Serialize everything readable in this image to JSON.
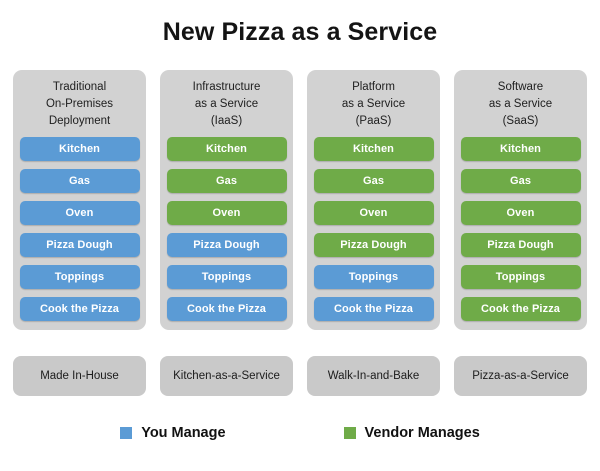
{
  "title": "New Pizza as a Service",
  "colors": {
    "you_manage": "#5b9bd5",
    "vendor_manages": "#6fab48",
    "panel_background": "#d2d2d2",
    "footer_background": "#c9c9c9",
    "page_background": "#ffffff"
  },
  "columns": [
    {
      "header": "Traditional\nOn-Premises\nDeployment",
      "footer": "Made In-House",
      "items": [
        {
          "label": "Kitchen",
          "owner": "blue"
        },
        {
          "label": "Gas",
          "owner": "blue"
        },
        {
          "label": "Oven",
          "owner": "blue"
        },
        {
          "label": "Pizza Dough",
          "owner": "blue"
        },
        {
          "label": "Toppings",
          "owner": "blue"
        },
        {
          "label": "Cook the Pizza",
          "owner": "blue"
        }
      ]
    },
    {
      "header": "Infrastructure\nas a Service\n(IaaS)",
      "footer": "Kitchen-as-a-Service",
      "items": [
        {
          "label": "Kitchen",
          "owner": "green"
        },
        {
          "label": "Gas",
          "owner": "green"
        },
        {
          "label": "Oven",
          "owner": "green"
        },
        {
          "label": "Pizza Dough",
          "owner": "blue"
        },
        {
          "label": "Toppings",
          "owner": "blue"
        },
        {
          "label": "Cook the Pizza",
          "owner": "blue"
        }
      ]
    },
    {
      "header": "Platform\nas a Service\n(PaaS)",
      "footer": "Walk-In-and-Bake",
      "items": [
        {
          "label": "Kitchen",
          "owner": "green"
        },
        {
          "label": "Gas",
          "owner": "green"
        },
        {
          "label": "Oven",
          "owner": "green"
        },
        {
          "label": "Pizza Dough",
          "owner": "green"
        },
        {
          "label": "Toppings",
          "owner": "blue"
        },
        {
          "label": "Cook the Pizza",
          "owner": "blue"
        }
      ]
    },
    {
      "header": "Software\nas a Service\n(SaaS)",
      "footer": "Pizza-as-a-Service",
      "items": [
        {
          "label": "Kitchen",
          "owner": "green"
        },
        {
          "label": "Gas",
          "owner": "green"
        },
        {
          "label": "Oven",
          "owner": "green"
        },
        {
          "label": "Pizza Dough",
          "owner": "green"
        },
        {
          "label": "Toppings",
          "owner": "green"
        },
        {
          "label": "Cook the Pizza",
          "owner": "green"
        }
      ]
    }
  ],
  "legend": [
    {
      "label": "You Manage",
      "owner": "blue"
    },
    {
      "label": "Vendor Manages",
      "owner": "green"
    }
  ]
}
